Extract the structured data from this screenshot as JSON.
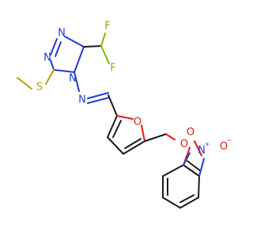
{
  "atoms": {
    "n_triazole_1": "N",
    "n_triazole_2": "N",
    "n_triazole_4": "N",
    "s_thioether": "S",
    "f_top": "F",
    "f_bottom": "F",
    "n_imine": "N",
    "o_furan": "O",
    "o_ether": "O",
    "n_nitro": "N",
    "o_nitro_1": "O",
    "o_nitro_2": "O"
  },
  "charges": {
    "nitro_n_charge": "+",
    "nitro_o_charge": "−"
  },
  "colors": {
    "carbon": "#1a1a1a",
    "nitrogen": "#1f3bdc",
    "oxygen": "#e01b1b",
    "sulfur": "#b7a100",
    "fluorine": "#7fb800"
  }
}
